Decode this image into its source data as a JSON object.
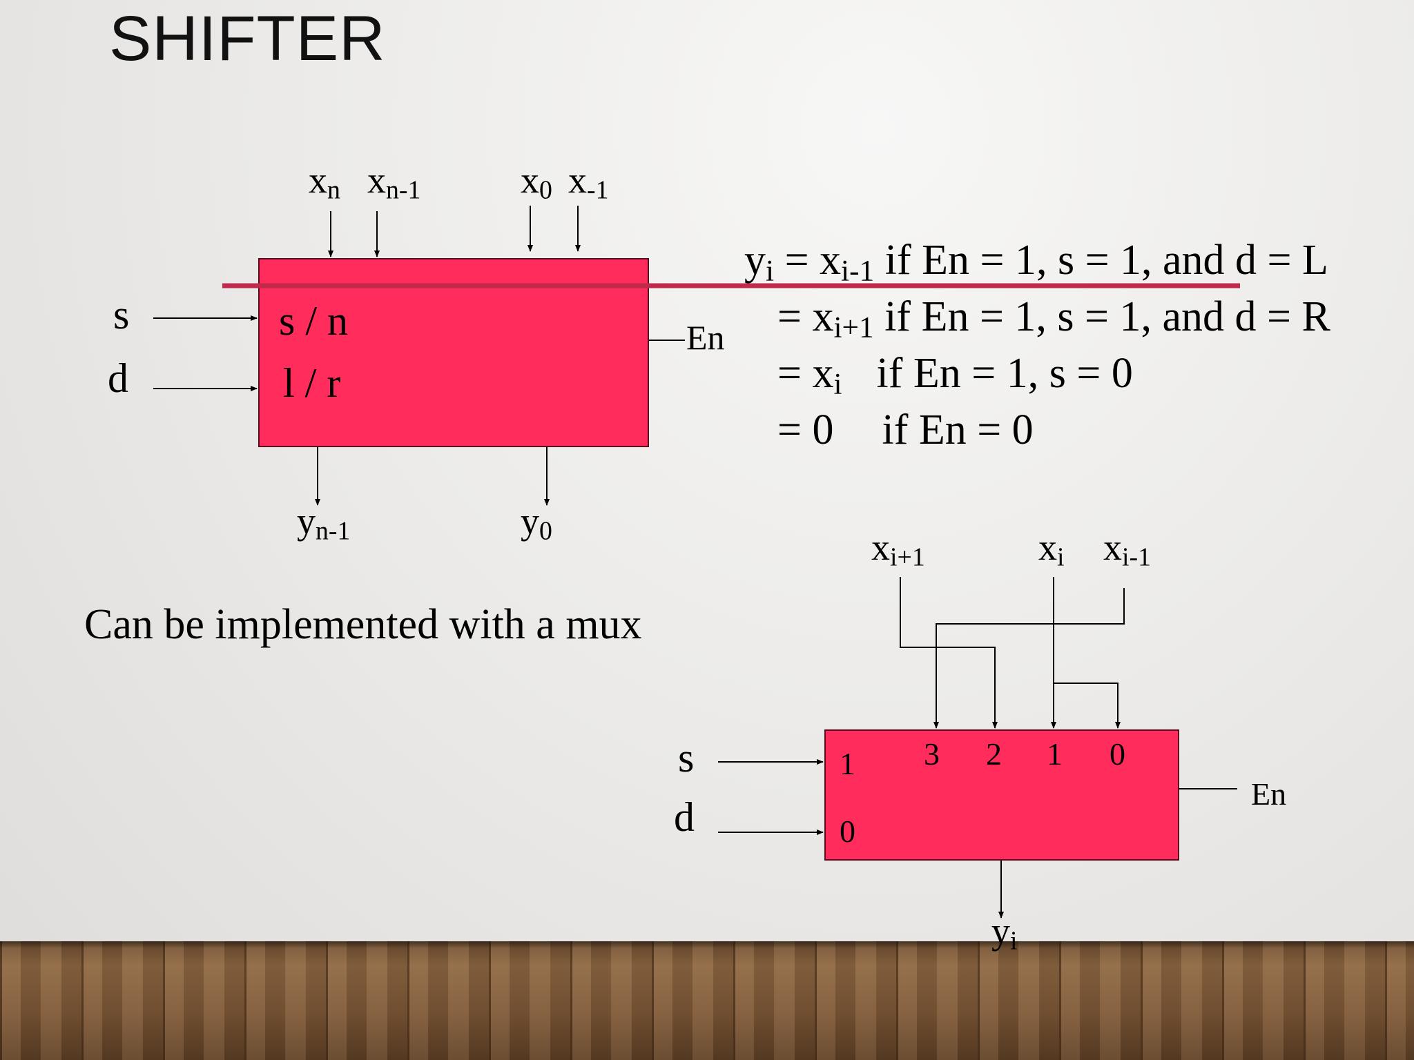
{
  "slide": {
    "title": "SHIFTER",
    "caption": "Can be implemented with a mux",
    "accent_color": "#ff2c5c",
    "underline_color": "#c0294a"
  },
  "shifter_block": {
    "inputs_top": [
      {
        "base": "x",
        "sub": "n"
      },
      {
        "base": "x",
        "sub": "n-1"
      },
      {
        "base": "x",
        "sub": "0"
      },
      {
        "base": "x",
        "sub": "-1"
      }
    ],
    "side_inputs": [
      "s",
      "d"
    ],
    "inner_labels": [
      "s / n",
      "l / r"
    ],
    "enable_label": "En",
    "outputs": [
      {
        "base": "y",
        "sub": "n-1"
      },
      {
        "base": "y",
        "sub": "0"
      }
    ]
  },
  "equations": [
    {
      "lhs_base": "y",
      "lhs_sub": "i",
      "rel": " = ",
      "x_base": "x",
      "x_sub": "i-1",
      "cond": " if En = 1, s = 1, and d = L"
    },
    {
      "lhs_base": "",
      "lhs_sub": "",
      "rel": "= ",
      "x_base": "x",
      "x_sub": "i+1",
      "cond": " if En = 1, s = 1, and d = R"
    },
    {
      "lhs_base": "",
      "lhs_sub": "",
      "rel": "= ",
      "x_base": "x",
      "x_sub": "i",
      "cond": "if En = 1, s = 0"
    },
    {
      "lhs_base": "",
      "lhs_sub": "",
      "rel": "= 0",
      "x_base": "",
      "x_sub": "",
      "cond": "if En = 0"
    }
  ],
  "mux": {
    "inputs_top": [
      {
        "base": "x",
        "sub": "i+1"
      },
      {
        "base": "x",
        "sub": "i"
      },
      {
        "base": "x",
        "sub": "i-1"
      }
    ],
    "side_inputs": [
      "s",
      "d"
    ],
    "select_labels": [
      "1",
      "0"
    ],
    "data_labels": [
      "3",
      "2",
      "1",
      "0"
    ],
    "enable_label": "En",
    "output": {
      "base": "y",
      "sub": "i"
    }
  }
}
